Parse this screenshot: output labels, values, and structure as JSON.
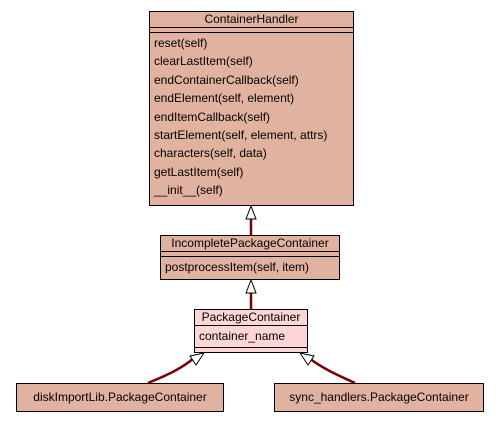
{
  "diagram": {
    "classes": {
      "container_handler": {
        "name": "ContainerHandler",
        "methods": [
          "reset(self)",
          "clearLastItem(self)",
          "endContainerCallback(self)",
          "endElement(self, element)",
          "endItemCallback(self)",
          "startElement(self, element, attrs)",
          "characters(self, data)",
          "getLastItem(self)",
          "__init__(self)"
        ]
      },
      "incomplete_package_container": {
        "name": "IncompletePackageContainer",
        "methods": [
          "postprocessItem(self, item)"
        ]
      },
      "package_container": {
        "name": "PackageContainer",
        "attributes": [
          "container_name"
        ]
      },
      "disk_import_lib": {
        "name": "diskImportLib.PackageContainer"
      },
      "sync_handlers": {
        "name": "sync_handlers.PackageContainer"
      }
    },
    "relation": "inheritance",
    "colors": {
      "class_fill": "#e2b2a0",
      "highlight_fill": "#fed6d6",
      "edge": "#7b0000"
    }
  }
}
